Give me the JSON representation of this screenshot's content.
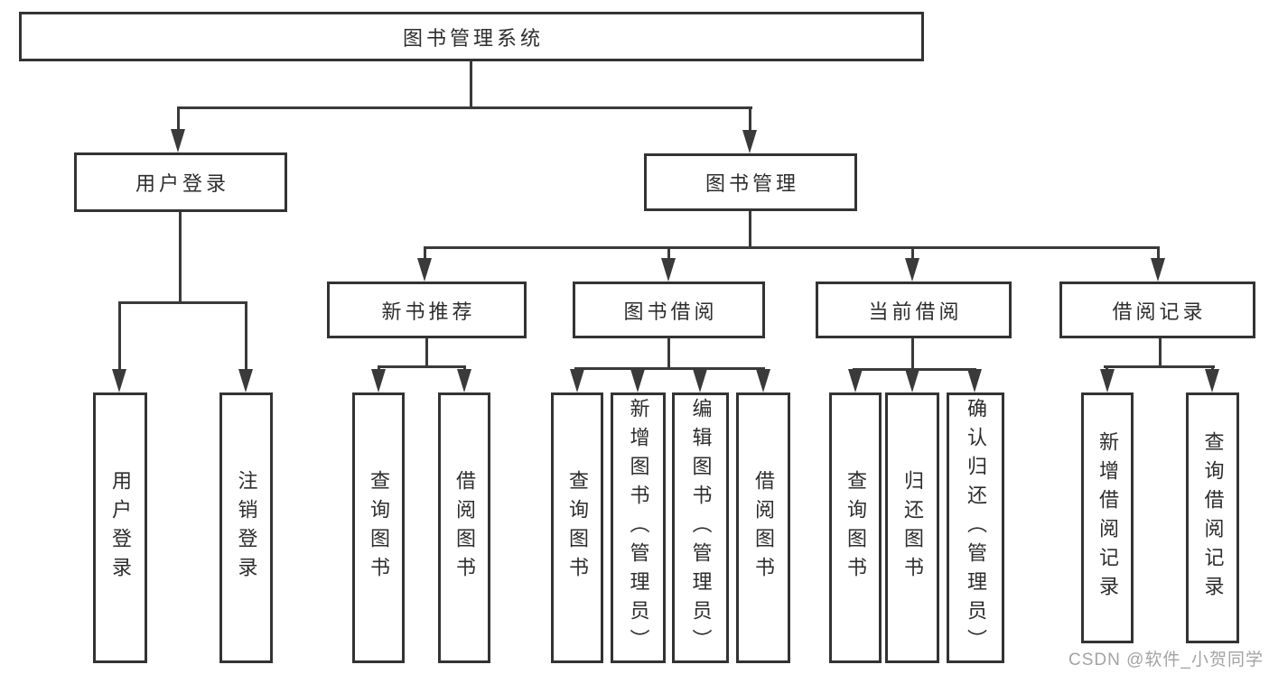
{
  "diagram": {
    "nodes": {
      "root": "图书管理系统",
      "user_login": "用户登录",
      "book_mgmt": "图书管理",
      "new_books": "新书推荐",
      "book_borrow": "图书借阅",
      "current_borrow": "当前借阅",
      "borrow_records": "借阅记录",
      "leaf_user_login": "用户登录",
      "leaf_logout": "注销登录",
      "leaf_nb_query": "查询图书",
      "leaf_nb_borrow": "借阅图书",
      "leaf_bw_query": "查询图书",
      "leaf_bw_add": "新增图书（管理员）",
      "leaf_bw_edit": "编辑图书（管理员）",
      "leaf_bw_borrow": "借阅图书",
      "leaf_cur_query": "查询图书",
      "leaf_cur_return": "归还图书",
      "leaf_cur_confirm": "确认归还（管理员）",
      "leaf_rec_add": "新增借阅记录",
      "leaf_rec_query": "查询借阅记录"
    },
    "watermark": "CSDN @软件_小贺同学",
    "colors": {
      "line": "#3a3a3a",
      "border": "#333333",
      "text": "#2d2d2d",
      "watermark": "#a3a3a3",
      "background": "#ffffff"
    }
  }
}
